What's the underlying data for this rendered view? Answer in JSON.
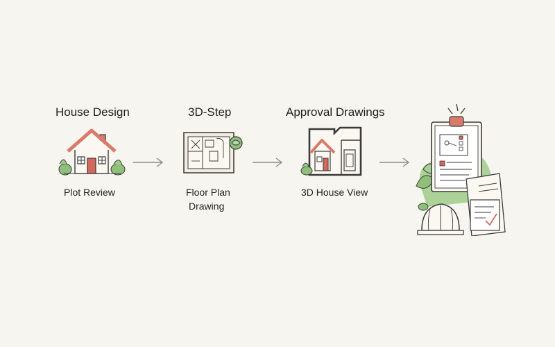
{
  "steps": [
    {
      "title": "House Design",
      "caption": "Plot Review",
      "icon": "house-icon"
    },
    {
      "title": "3D-Step",
      "caption_line1": "Floor Plan",
      "caption_line2": "Drawing",
      "icon": "floor-plan-icon"
    },
    {
      "title": "Approval Drawings",
      "caption": "3D House View",
      "icon": "house-plan-icon"
    },
    {
      "title": "",
      "caption": "",
      "icon": "approval-documents-icon"
    }
  ],
  "arrows": [
    "arrow-right-icon",
    "arrow-right-icon",
    "arrow-right-icon"
  ],
  "colors": {
    "background": "#f7f5ef",
    "roof": "#d97a6b",
    "door": "#d4675a",
    "leaf": "#8fbf7a",
    "outline": "#3a3a3a",
    "arrow": "#8a8a8a"
  }
}
